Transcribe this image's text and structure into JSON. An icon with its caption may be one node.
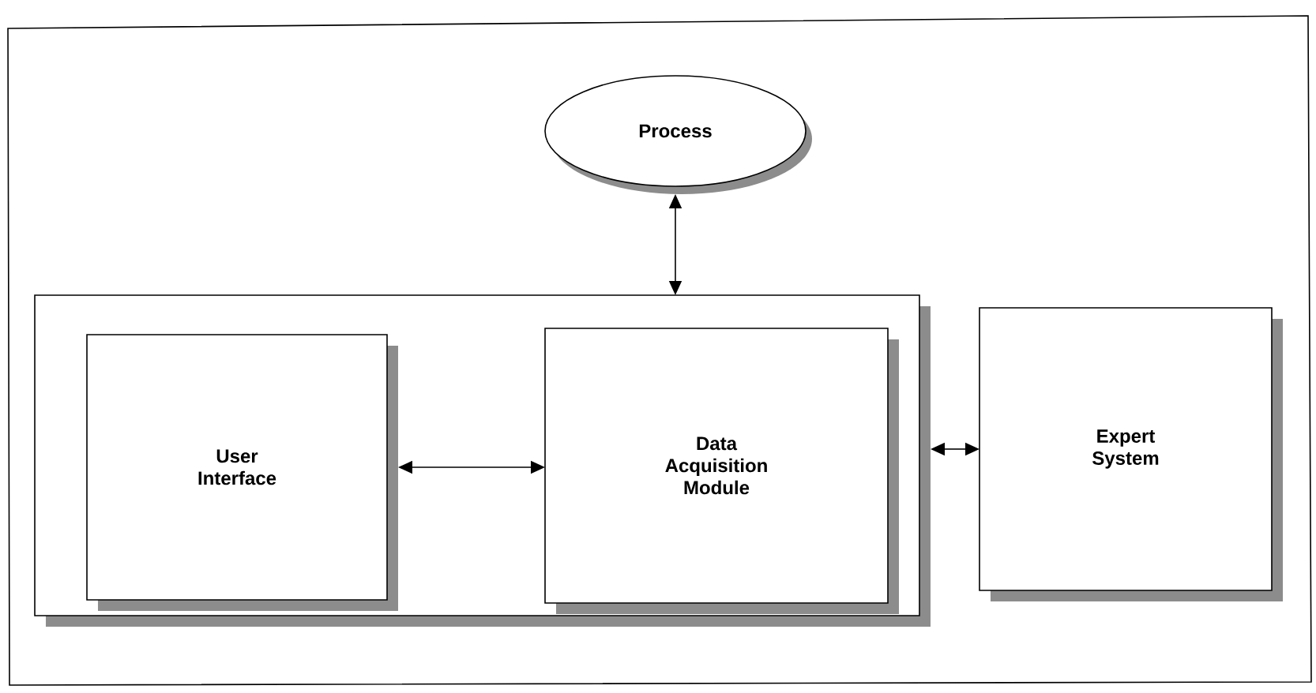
{
  "diagram": {
    "nodes": [
      {
        "text": [
          "Process"
        ]
      },
      {
        "text": [],
        "shape": "box"
      },
      {
        "text": [
          "User Interface"
        ],
        "in": 1
      },
      {
        "text": [
          "Data Acquisition Module"
        ],
        "in": 1
      },
      {
        "text": [
          "Expert System"
        ]
      }
    ],
    "edges": [
      {
        "from": 0,
        "to": 1,
        "arrow": "both"
      },
      {
        "from": 2,
        "to": 3,
        "arrow": "both"
      },
      {
        "from": 1,
        "to": 4,
        "arrow": "both"
      }
    ]
  }
}
